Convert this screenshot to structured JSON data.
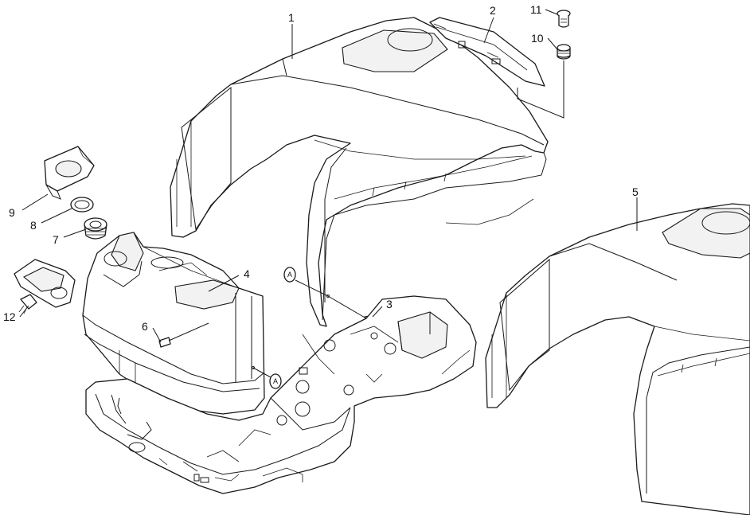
{
  "diagram": {
    "callouts": [
      {
        "id": "1",
        "label": "1"
      },
      {
        "id": "2",
        "label": "2"
      },
      {
        "id": "3",
        "label": "3"
      },
      {
        "id": "4",
        "label": "4"
      },
      {
        "id": "5",
        "label": "5"
      },
      {
        "id": "6",
        "label": "6"
      },
      {
        "id": "7",
        "label": "7"
      },
      {
        "id": "8",
        "label": "8"
      },
      {
        "id": "9",
        "label": "9"
      },
      {
        "id": "10",
        "label": "10"
      },
      {
        "id": "11",
        "label": "11"
      },
      {
        "id": "12",
        "label": "12"
      }
    ],
    "reference_marks": [
      {
        "label": "A"
      },
      {
        "label": "A"
      }
    ]
  }
}
